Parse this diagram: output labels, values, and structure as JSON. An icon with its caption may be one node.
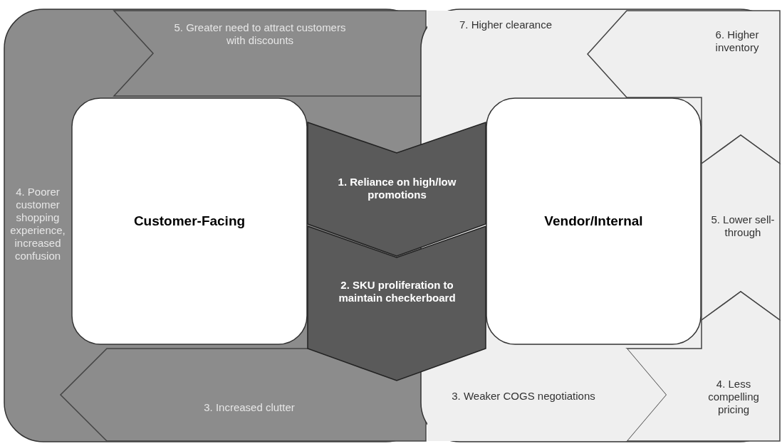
{
  "diagram": {
    "nodes": [
      {
        "text": [],
        "shape": "box"
      },
      {
        "text": [
          "5. Greater need to attract customers with discounts"
        ],
        "in": 0
      },
      {
        "text": [
          "4. Poorer customer shopping experience, increased confusion"
        ],
        "in": 0
      },
      {
        "text": [
          "Customer-Facing"
        ],
        "in": 0
      },
      {
        "text": [
          "3. Increased clutter"
        ],
        "in": 0
      },
      {
        "text": [],
        "shape": "box"
      },
      {
        "text": [
          "7. Higher clearance"
        ],
        "in": 5
      },
      {
        "text": [
          "6. Higher inventory"
        ],
        "in": 5
      },
      {
        "text": [
          "Vendor/Internal"
        ],
        "in": 5
      },
      {
        "text": [
          "5. Lower sell-through"
        ],
        "in": 5
      },
      {
        "text": [
          "4. Less compelling pricing"
        ],
        "in": 5
      },
      {
        "text": [
          "3. Weaker COGS negotiations"
        ],
        "in": 5
      },
      {
        "text": [
          "1. Reliance on high/low promotions"
        ]
      },
      {
        "text": [
          "2. SKU proliferation to maintain checkerboard"
        ]
      }
    ]
  }
}
